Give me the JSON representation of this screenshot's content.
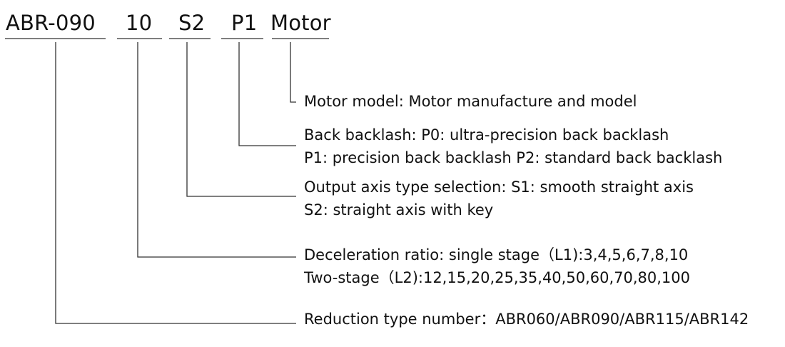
{
  "code": {
    "model": "ABR-090",
    "ratio": "10",
    "shaft": "S2",
    "backlash": "P1",
    "motor": "Motor"
  },
  "descriptions": {
    "motor": [
      "Motor model: Motor manufacture and model"
    ],
    "backlash": [
      "Back backlash: P0: ultra-precision back backlash",
      "P1: precision back backlash P2: standard back backlash"
    ],
    "shaft": [
      "Output axis type selection: S1: smooth straight axis",
      "S2: straight axis with key"
    ],
    "ratio": [
      "Deceleration ratio: single stage（L1):3,4,5,6,7,8,10",
      "Two-stage（L2):12,15,20,25,35,40,50,60,70,80,100"
    ],
    "reduction": [
      "Reduction type number：ABR060/ABR090/ABR115/ABR142"
    ]
  }
}
